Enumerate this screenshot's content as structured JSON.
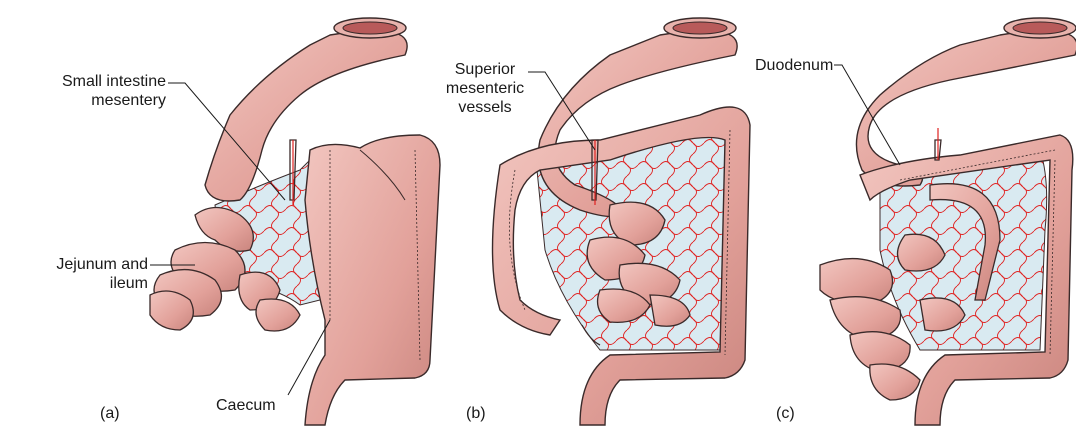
{
  "colors": {
    "gut_fill": "#e6a9a3",
    "gut_stroke": "#3a2a2a",
    "gut_highlight": "#f4cfc9",
    "lumen": "#b85a5a",
    "mesentery": "#d9eaf1",
    "vessel": "#e0201f",
    "text": "#1a1a1a"
  },
  "panels": [
    {
      "letter": "(a)"
    },
    {
      "letter": "(b)"
    },
    {
      "letter": "(c)"
    }
  ],
  "labels": {
    "small_intestine_line1": "Small intestine",
    "small_intestine_line2": "mesentery",
    "jejunum_line1": "Jejunum and",
    "jejunum_line2": "ileum",
    "caecum": "Caecum",
    "superior_line1": "Superior",
    "superior_line2": "mesenteric",
    "superior_line3": "vessels",
    "duodenum": "Duodenum"
  }
}
